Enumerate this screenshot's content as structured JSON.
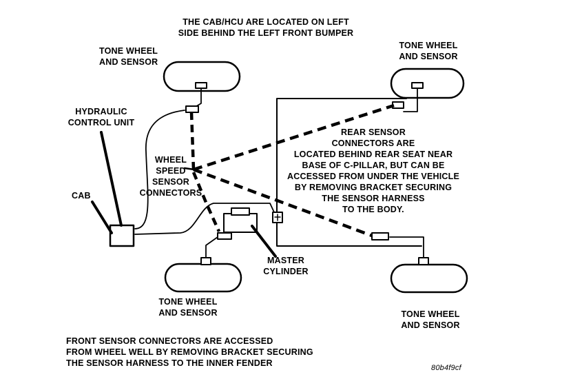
{
  "labels": {
    "top_note": [
      "THE CAB/HCU ARE LOCATED ON LEFT",
      "SIDE BEHIND THE LEFT FRONT BUMPER"
    ],
    "tone_wheel_front_left": [
      "TONE WHEEL",
      "AND SENSOR"
    ],
    "tone_wheel_front_right": [
      "TONE WHEEL",
      "AND SENSOR"
    ],
    "tone_wheel_rear_left": [
      "TONE WHEEL",
      "AND SENSOR"
    ],
    "tone_wheel_rear_right": [
      "TONE WHEEL",
      "AND SENSOR"
    ],
    "hcu": [
      "HYDRAULIC",
      "CONTROL UNIT"
    ],
    "cab": "CAB",
    "wheel_speed_connectors": [
      "WHEEL",
      "SPEED",
      "SENSOR",
      "CONNECTORS"
    ],
    "master_cylinder": [
      "MASTER",
      "CYLINDER"
    ],
    "rear_sensor_note": [
      "REAR SENSOR",
      "CONNECTORS ARE",
      "LOCATED BEHIND REAR SEAT NEAR",
      "BASE OF C-PILLAR, BUT CAN BE",
      "ACCESSED FROM UNDER THE VEHICLE",
      "BY REMOVING BRACKET SECURING",
      "THE SENSOR HARNESS",
      "TO THE BODY."
    ],
    "front_sensor_note": [
      "FRONT SENSOR CONNECTORS ARE ACCESSED",
      "FROM WHEEL WELL BY REMOVING BRACKET SECURING",
      "THE SENSOR HARNESS TO THE INNER FENDER"
    ],
    "figure_code": "80b4f9cf"
  }
}
